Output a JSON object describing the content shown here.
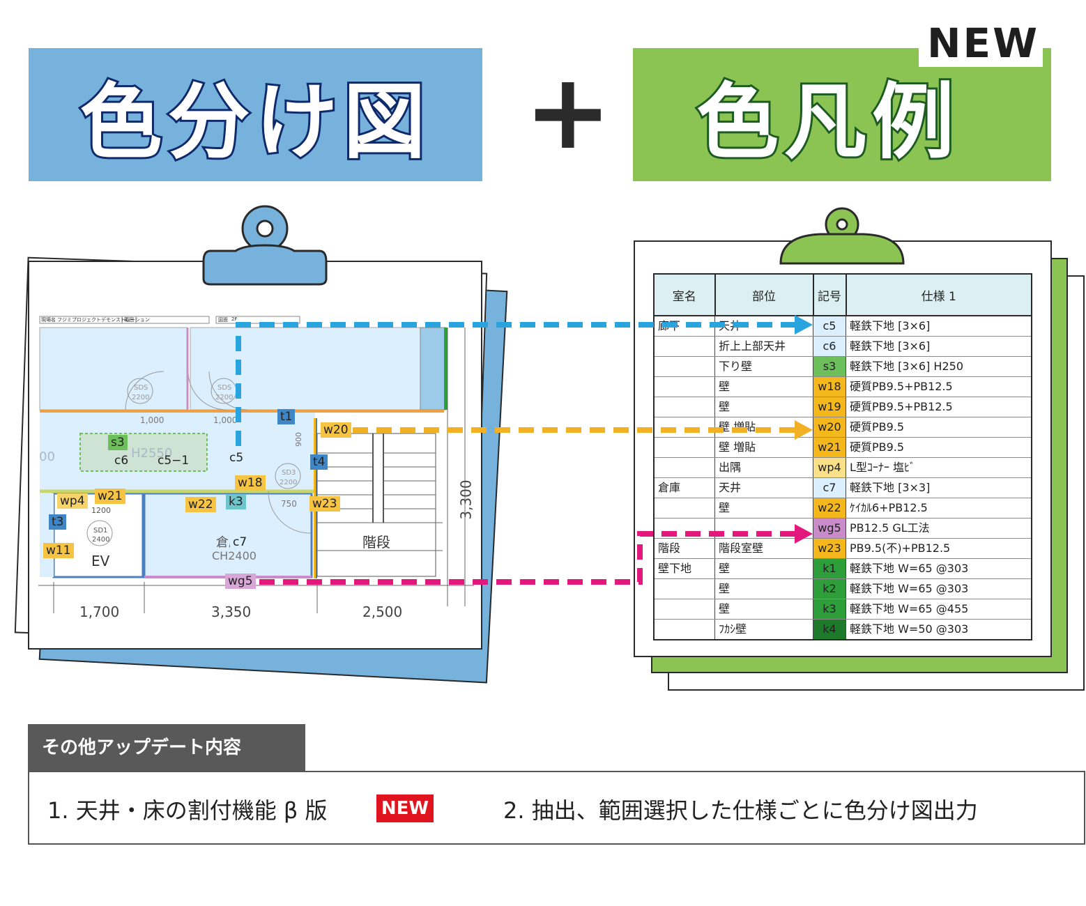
{
  "banners": {
    "left_title": "色分け図",
    "plus": "+",
    "right_title": "色凡例",
    "new_label": "NEW",
    "left_color": "#76b2dc",
    "right_color": "#8cc454"
  },
  "plan": {
    "header": [
      "現場名",
      "フジミプロジェクトデモンストレーション",
      "範囲",
      "図面",
      "2F"
    ],
    "tags": [
      {
        "text": "t1",
        "color": "#3f86c6"
      },
      {
        "text": "w20",
        "color": "#f6c343"
      },
      {
        "text": "s3",
        "color": "#6cbf5a"
      },
      {
        "text": "c6",
        "color": ""
      },
      {
        "text": "c5−1",
        "color": ""
      },
      {
        "text": "c5",
        "color": ""
      },
      {
        "text": "t4",
        "color": "#3f86c6"
      },
      {
        "text": "w18",
        "color": "#f6c343"
      },
      {
        "text": "wp4",
        "color": "#f6d46a"
      },
      {
        "text": "w21",
        "color": "#f6c343"
      },
      {
        "text": "w22",
        "color": "#f6c343"
      },
      {
        "text": "k3",
        "color": "#6ec6cc"
      },
      {
        "text": "w23",
        "color": "#f6c343"
      },
      {
        "text": "t3",
        "color": "#3f86c6"
      },
      {
        "text": "w11",
        "color": "#f6c343"
      },
      {
        "text": "c7",
        "color": "#dcefff"
      },
      {
        "text": "wg5",
        "color": "#d9a6d8"
      }
    ],
    "texts": {
      "sds": "SDS",
      "sds_size": "2200",
      "sd3": "SD3",
      "sd1": "SD1",
      "sd1_size": "2400",
      "dim_1000": "1,000",
      "dim_900": "900",
      "dim_1200": "1200",
      "dim_750": "750",
      "dim_3300": "3,300",
      "dim_1700": "1,700",
      "dim_3350": "3,350",
      "dim_2500": "2,500",
      "h_text": "H2550",
      "left_00": "00",
      "ev": "EV",
      "souko": "倉庫",
      "ch2400": "CH2400",
      "kaidan": "階段"
    }
  },
  "legend": {
    "headers": [
      "室名",
      "部位",
      "記号",
      "仕様 1"
    ],
    "rows": [
      {
        "room": "廊下",
        "part": "天井",
        "code": "c5",
        "color": "#dcefff",
        "spec": "軽鉄下地 [3×6]"
      },
      {
        "room": "",
        "part": "折上上部天井",
        "code": "c6",
        "color": "#dcefff",
        "spec": "軽鉄下地 [3×6]"
      },
      {
        "room": "",
        "part": "下り壁",
        "code": "s3",
        "color": "#6cbf5a",
        "spec": "軽鉄下地 [3×6] H250"
      },
      {
        "room": "",
        "part": "壁",
        "code": "w18",
        "color": "#f5b81c",
        "spec": "硬質PB9.5+PB12.5"
      },
      {
        "room": "",
        "part": "壁",
        "code": "w19",
        "color": "#f5b81c",
        "spec": "硬質PB9.5+PB12.5"
      },
      {
        "room": "",
        "part": "壁 増貼",
        "code": "w20",
        "color": "#f5b81c",
        "spec": "硬質PB9.5"
      },
      {
        "room": "",
        "part": "壁 増貼",
        "code": "w21",
        "color": "#f5b81c",
        "spec": "硬質PB9.5"
      },
      {
        "room": "",
        "part": "出隅",
        "code": "wp4",
        "color": "#fbe08a",
        "spec": "L型ｺｰﾅｰ 塩ﾋﾞ"
      },
      {
        "room": "倉庫",
        "part": "天井",
        "code": "c7",
        "color": "#dcefff",
        "spec": "軽鉄下地 [3×3]"
      },
      {
        "room": "",
        "part": "壁",
        "code": "w22",
        "color": "#f5b81c",
        "spec": "ｹｲｶﾙ6+PB12.5"
      },
      {
        "room": "",
        "part": "",
        "code": "wg5",
        "color": "#c98bc9",
        "spec": "PB12.5 GL工法"
      },
      {
        "room": "階段",
        "part": "階段室壁",
        "code": "w23",
        "color": "#f5b81c",
        "spec": "PB9.5(不)+PB12.5"
      },
      {
        "room": "壁下地",
        "part": "壁",
        "code": "k1",
        "color": "#2e9e3a",
        "spec": "軽鉄下地 W=65 @303"
      },
      {
        "room": "",
        "part": "壁",
        "code": "k2",
        "color": "#2e9e3a",
        "spec": "軽鉄下地 W=65 @303"
      },
      {
        "room": "",
        "part": "壁",
        "code": "k3",
        "color": "#2e9e3a",
        "spec": "軽鉄下地 W=65 @455"
      },
      {
        "room": "",
        "part": "ﾌｶｼ壁",
        "code": "k4",
        "color": "#1d7a2b",
        "spec": "軽鉄下地 W=50 @303"
      }
    ]
  },
  "other": {
    "tab_label": "その他アップデート内容",
    "item1": "1. 天井・床の割付機能 β 版",
    "item1_badge": "NEW",
    "item2": "2. 抽出、範囲選択した仕様ごとに色分け図出力"
  },
  "colors": {
    "arrow_blue": "#2aa4de",
    "arrow_orange": "#f2b125",
    "arrow_pink": "#e2187d"
  }
}
